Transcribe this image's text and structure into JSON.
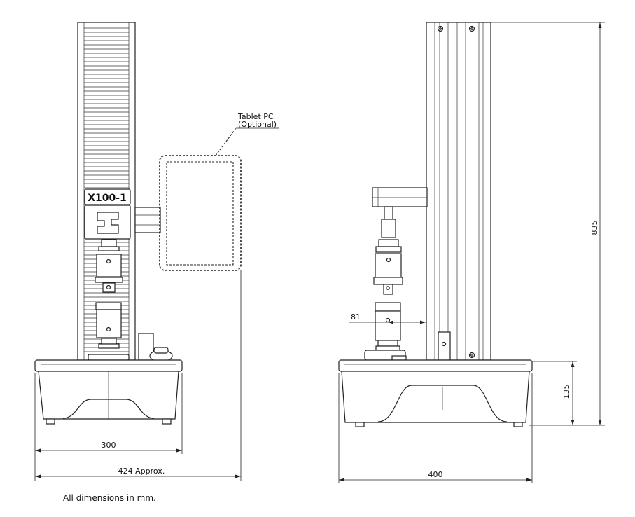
{
  "labels": {
    "tablet_line1": "Tablet PC",
    "tablet_line2": "(Optional)",
    "model_badge": "X100-1",
    "dim_300": "300",
    "dim_424": "424 Approx.",
    "dim_400": "400",
    "dim_81": "81",
    "dim_835": "835",
    "dim_135": "135",
    "footnote": "All dimensions in mm."
  }
}
